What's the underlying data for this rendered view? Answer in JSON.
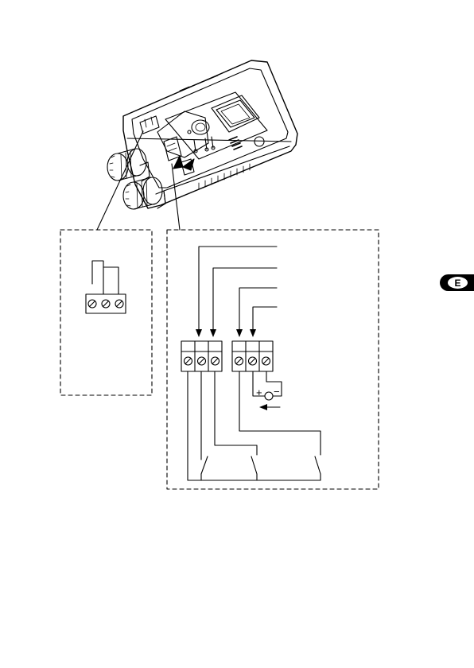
{
  "language_tab": {
    "letter": "E"
  },
  "diagram": {
    "polarity_plus": "+",
    "polarity_minus": "−",
    "colors": {
      "ink": "#000000",
      "paper": "#ffffff"
    },
    "icons": [
      "device-enclosure",
      "adjustment-knob",
      "terminal-screw",
      "relay-switch",
      "indicator-lamp",
      "current-arrow"
    ]
  }
}
